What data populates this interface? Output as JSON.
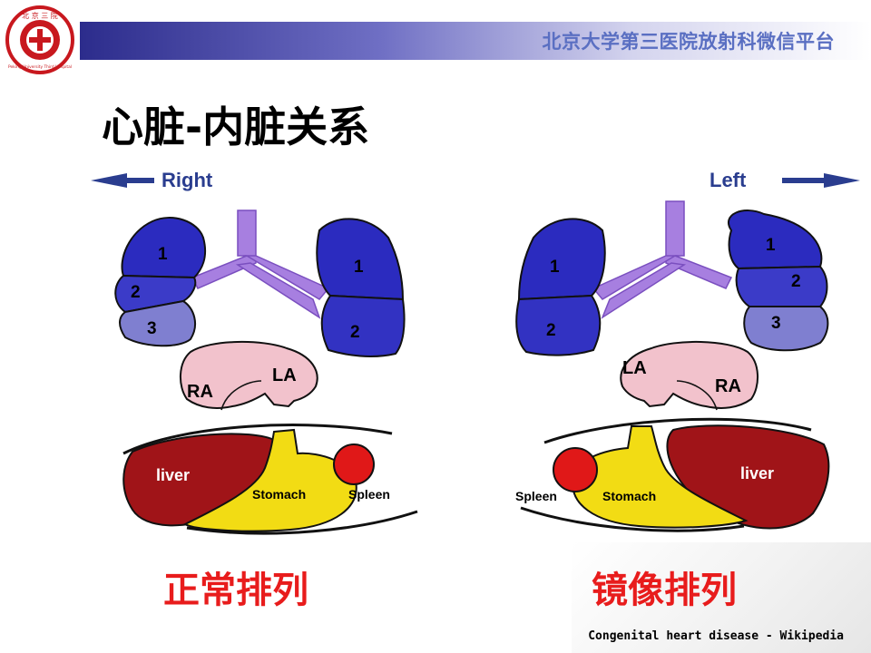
{
  "header": {
    "platform_text": "北京大学第三医院放射科微信平台",
    "logo_icon": "hospital-seal-icon",
    "logo_text_top": "北 京 三 院",
    "logo_text_bottom": "Peking University Third Hospital"
  },
  "slide": {
    "title": "心脏-内脏关系"
  },
  "directions": {
    "right": "Right",
    "left": "Left"
  },
  "diagrams": {
    "normal": {
      "caption": "正常排列",
      "lobes": {
        "right_upper": "1",
        "right_middle": "2",
        "right_lower": "3",
        "left_upper": "1",
        "left_lower": "2"
      },
      "atria": {
        "right": "RA",
        "left": "LA"
      },
      "organs": {
        "liver": "liver",
        "stomach": "Stomach",
        "spleen": "Spleen"
      }
    },
    "mirror": {
      "caption": "镜像排列",
      "lobes": {
        "left_upper": "1",
        "left_lower": "2",
        "right_upper": "1",
        "right_middle": "2",
        "right_lower": "3"
      },
      "atria": {
        "left": "LA",
        "right": "RA"
      },
      "organs": {
        "liver": "liver",
        "stomach": "Stomach",
        "spleen": "Spleen"
      }
    }
  },
  "footer": {
    "source": "Congenital heart disease - Wikipedia"
  },
  "colors": {
    "lung_dark": "#2b2bbf",
    "lung_light": "#7f7fd0",
    "airway": "#a77fe0",
    "heart": "#f2c2cc",
    "liver": "#a01418",
    "stomach": "#f2dc14",
    "spleen": "#e01818",
    "arrow": "#2a3d8f",
    "caption": "#e81c1c"
  }
}
